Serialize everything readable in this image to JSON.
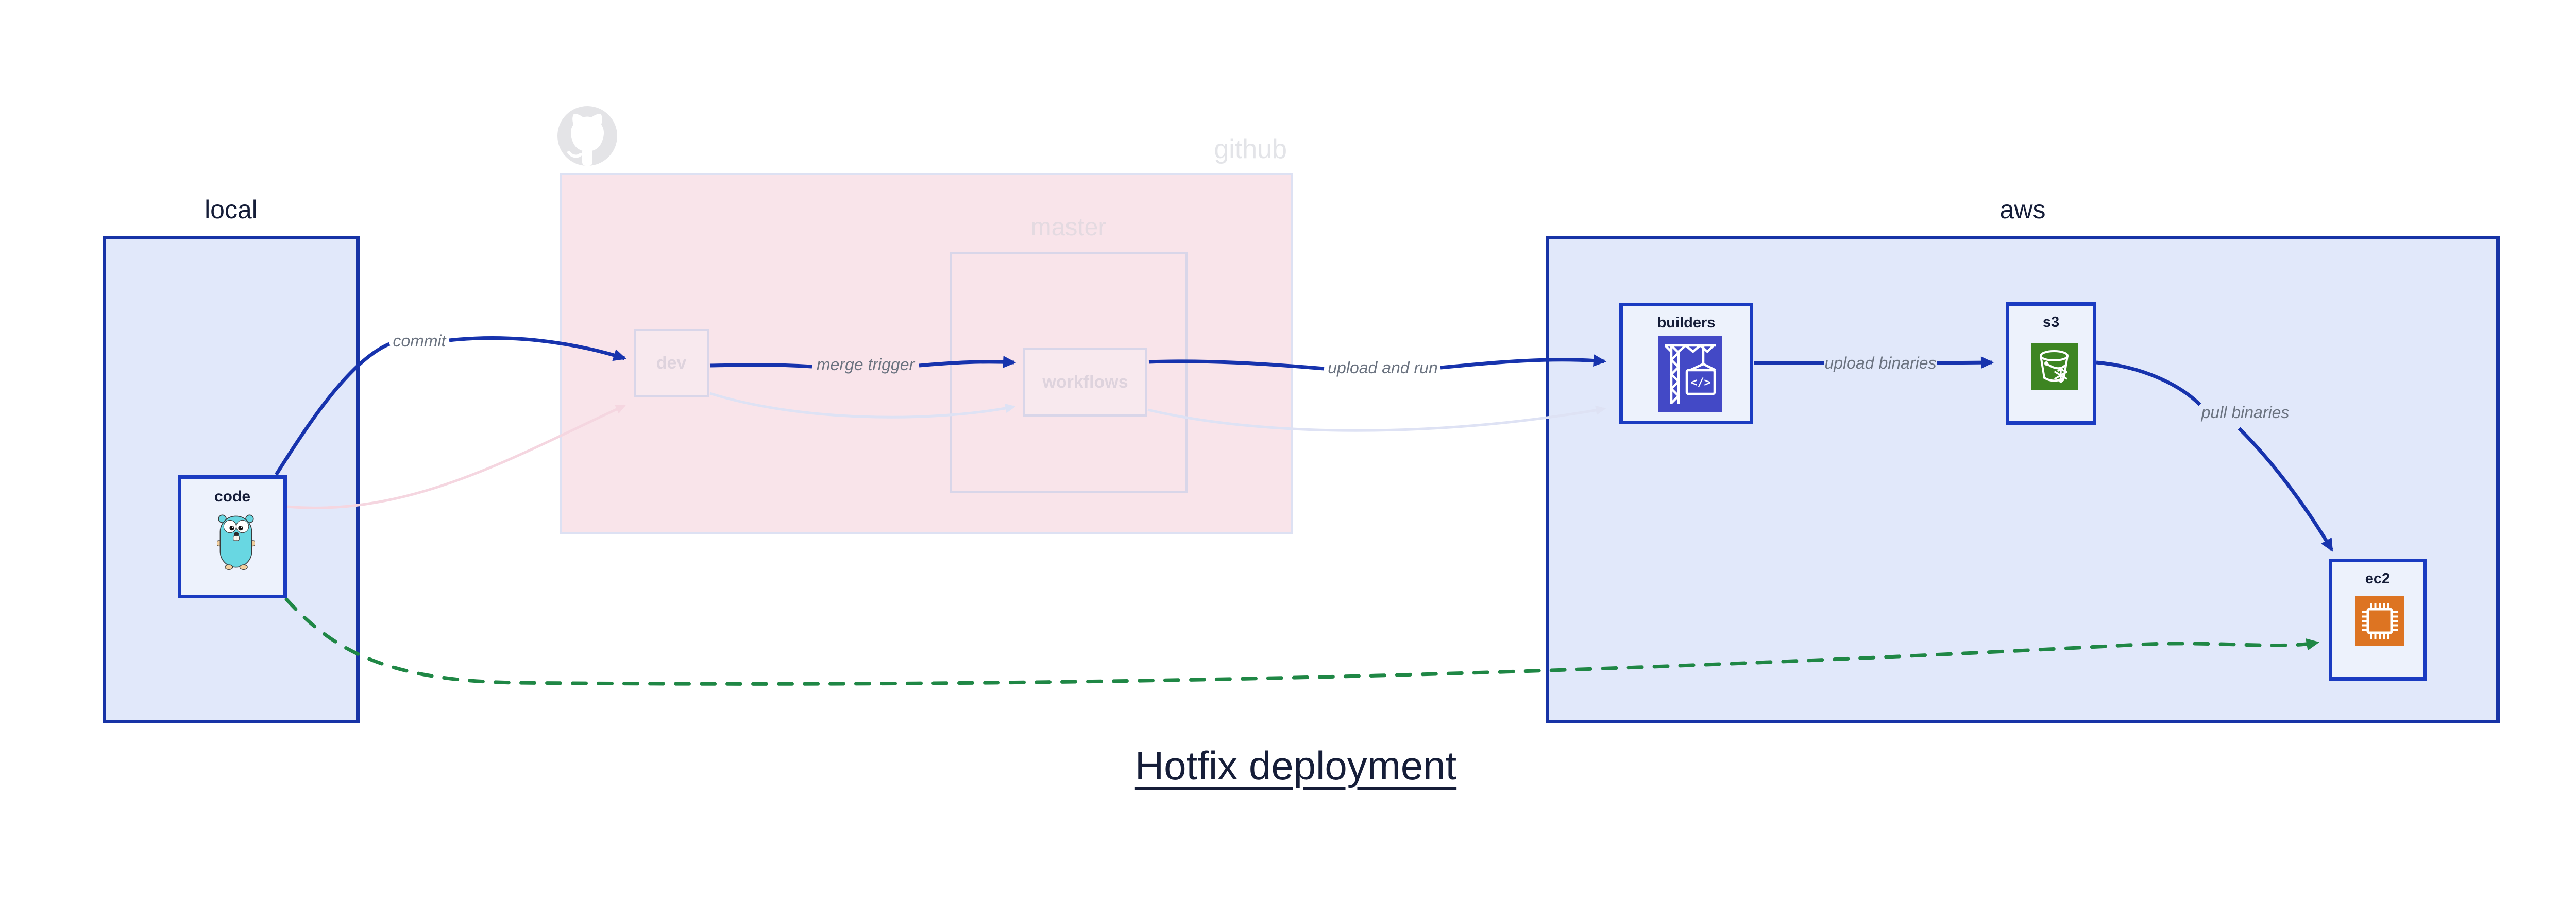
{
  "title": "Hotfix deployment",
  "containers": {
    "local": {
      "label": "local"
    },
    "github": {
      "label": "github"
    },
    "master": {
      "label": "master"
    },
    "aws": {
      "label": "aws"
    }
  },
  "nodes": {
    "code": {
      "label": "code",
      "icon": "go-gopher-icon"
    },
    "dev": {
      "label": "dev"
    },
    "workflows": {
      "label": "workflows"
    },
    "builders": {
      "label": "builders",
      "icon": "codebuild-crane-icon",
      "glyph": "</>"
    },
    "s3": {
      "label": "s3",
      "icon": "s3-bucket-icon"
    },
    "ec2": {
      "label": "ec2",
      "icon": "ec2-chip-icon"
    }
  },
  "edges": {
    "commit": {
      "label": "commit",
      "style": "solid-blue",
      "from": "code",
      "to": "dev"
    },
    "merge_trigger": {
      "label": "merge trigger",
      "style": "solid-blue",
      "from": "dev",
      "to": "workflows"
    },
    "upload_and_run": {
      "label": "upload and run",
      "style": "solid-blue",
      "from": "workflows",
      "to": "builders"
    },
    "upload_binaries": {
      "label": "upload binaries",
      "style": "solid-blue",
      "from": "builders",
      "to": "s3"
    },
    "pull_binaries": {
      "label": "pull binaries",
      "style": "solid-blue",
      "from": "s3",
      "to": "ec2"
    },
    "hotfix_direct": {
      "label": "",
      "style": "dashed-green",
      "from": "code",
      "to": "ec2"
    },
    "faded_code_dev": {
      "label": "",
      "style": "faded-pink",
      "from": "code",
      "to": "dev"
    },
    "faded_dev_workflows": {
      "label": "",
      "style": "faded-lavender",
      "from": "dev",
      "to": "workflows"
    },
    "faded_workflows_builders": {
      "label": "",
      "style": "faded-lavender",
      "from": "workflows",
      "to": "builders"
    }
  },
  "colors": {
    "container-fill": "#e1e8fa",
    "container-border": "#1733a6",
    "node-fill": "#edf2fc",
    "node-border": "#1a3bc1",
    "arrow-blue": "#1733ad",
    "pink-fill": "#f9e4ea",
    "pink-border": "#dde1f3",
    "faded-box-border": "#d9d6e9",
    "faded-box-fill": "#f8e9ee",
    "faded-text": "#ded3dd",
    "faded-gray-text": "#e3e4e8",
    "master-text": "#e4dae1",
    "octocat-gray": "#e4e4e7",
    "edge-label": "#6b7380",
    "green": "#1f8745",
    "navy-text": "#151d38",
    "indigo-icon": "#4349c6",
    "s3-green": "#3d8522",
    "ec2-orange": "#dd7422",
    "gopher-teal": "#68d7e2",
    "faded-pink-edge": "#f5d6e0",
    "faded-lav-edge": "#dee2f4"
  }
}
